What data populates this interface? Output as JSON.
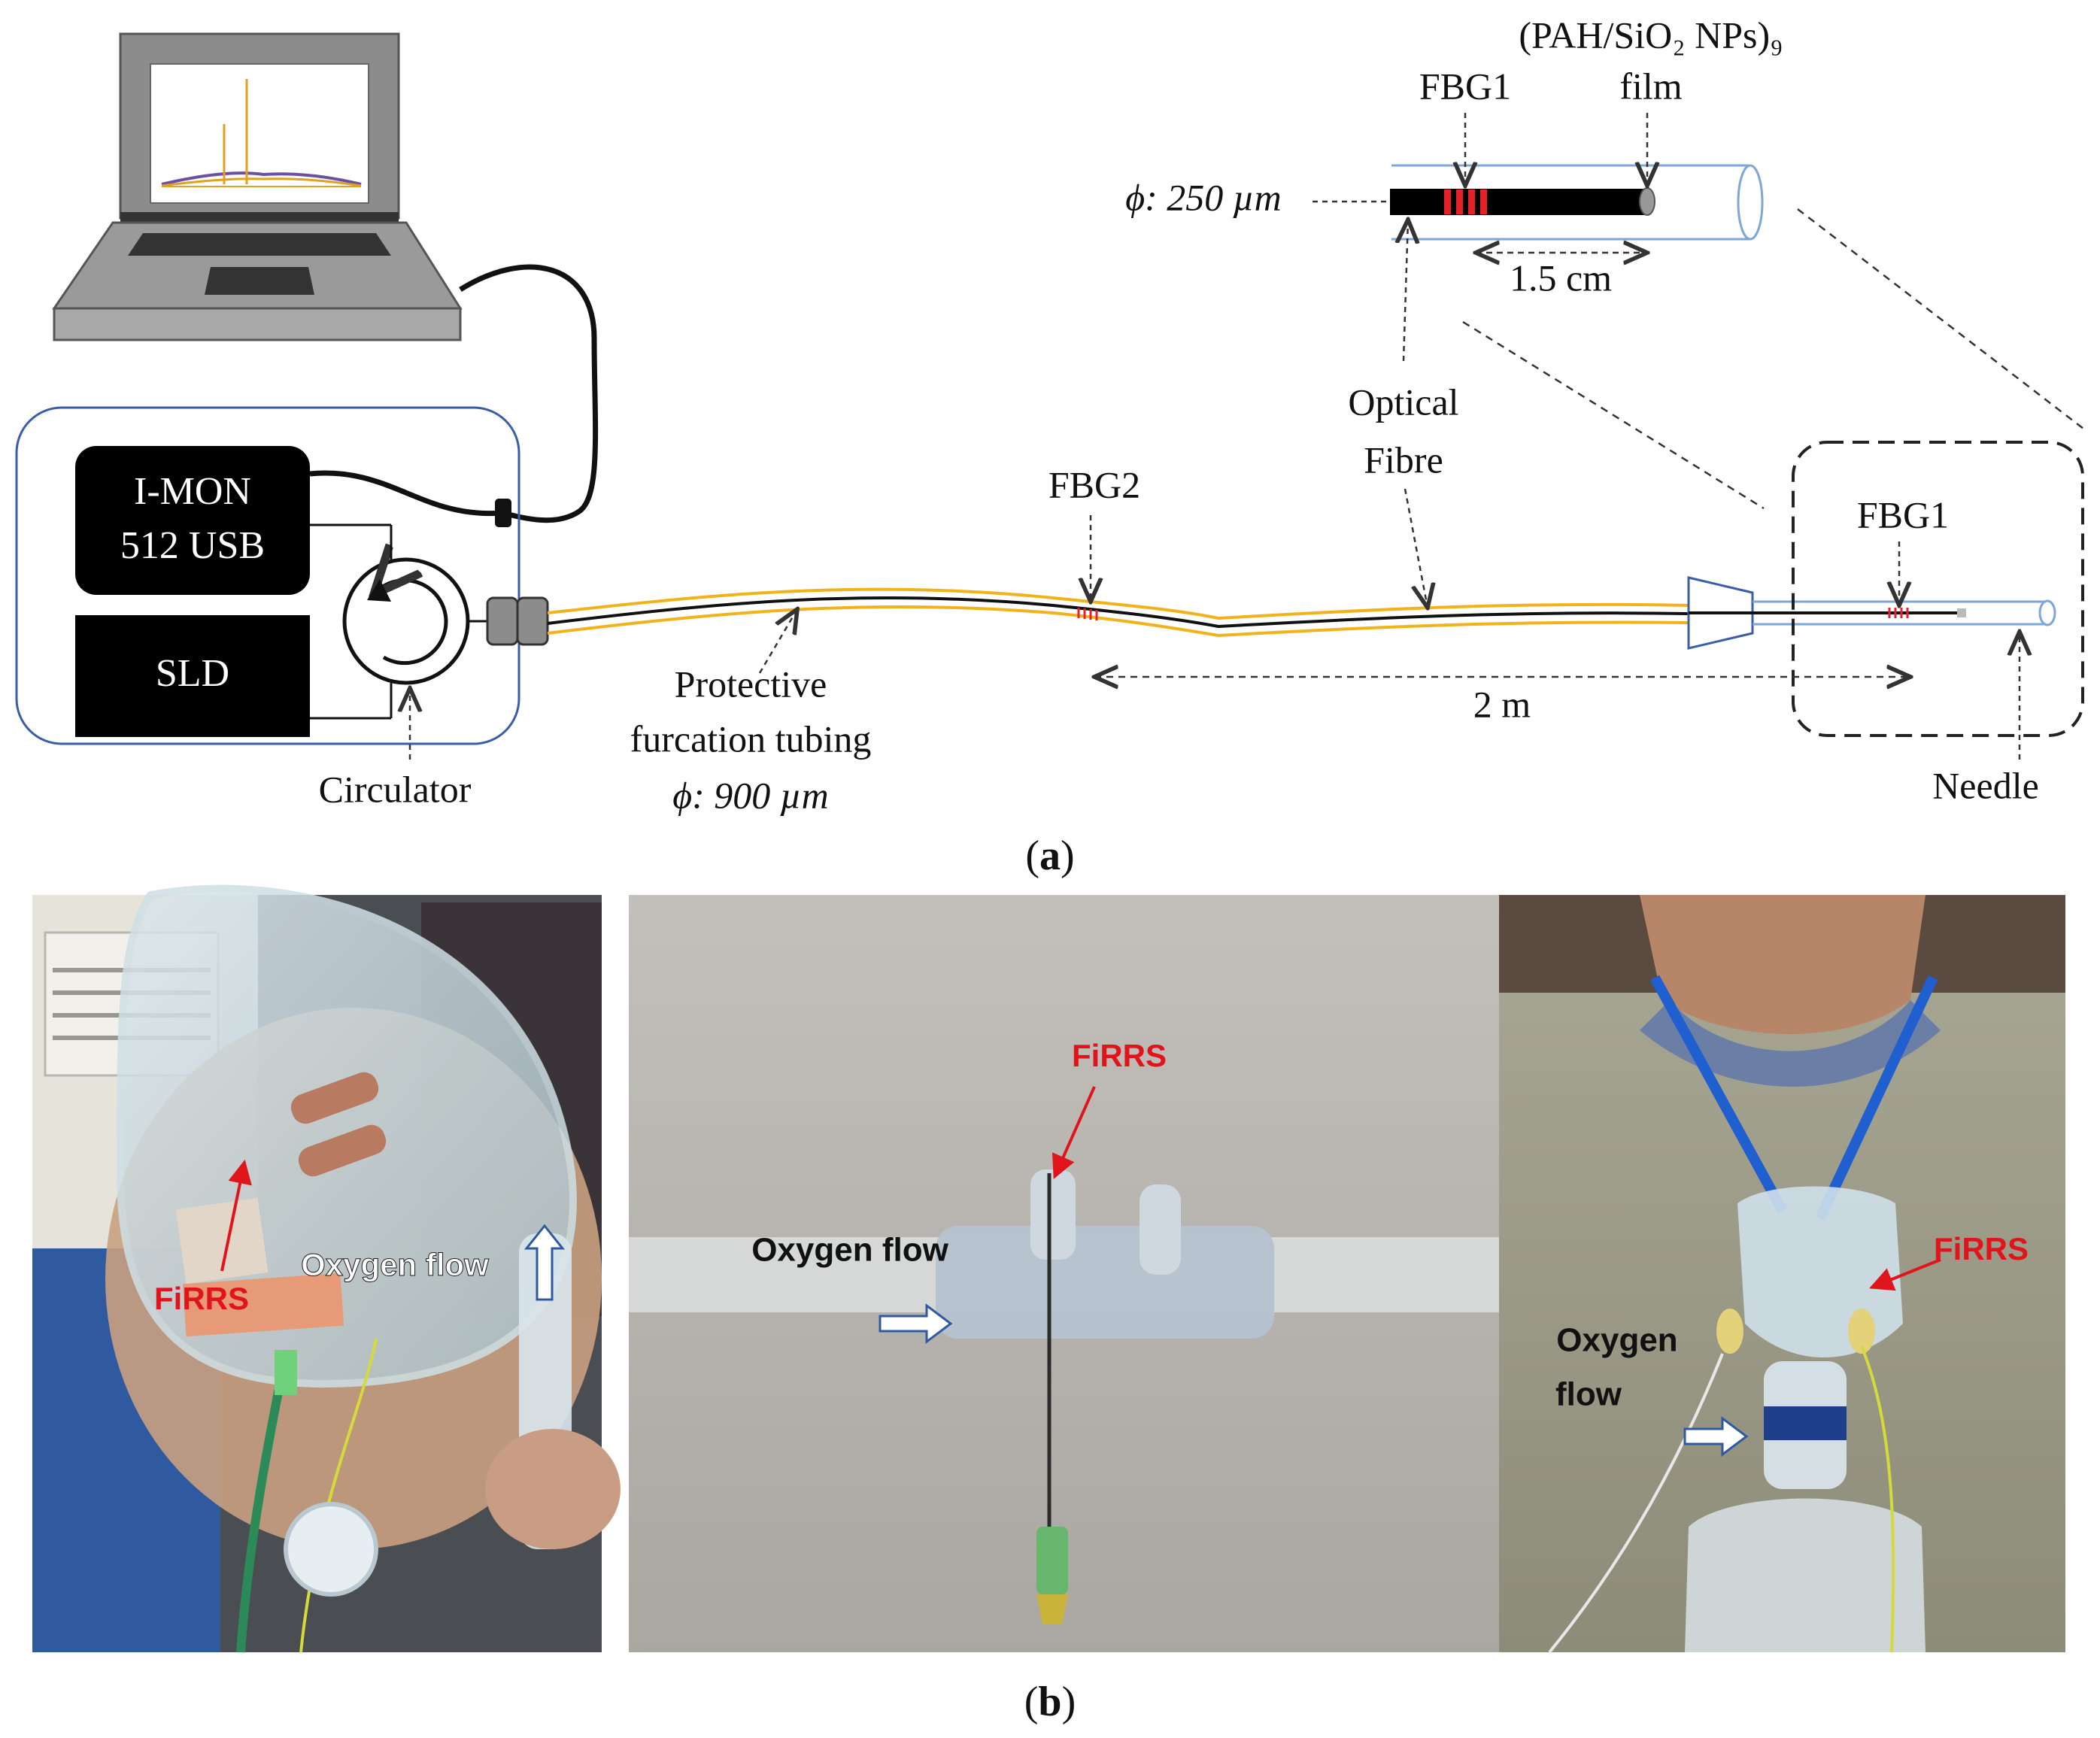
{
  "panel_a": {
    "caption_open": "(",
    "caption_letter": "a",
    "caption_close": ")",
    "imon_line1": "I-MON",
    "imon_line2": "512 USB",
    "sld_label": "SLD",
    "circulator_label": "Circulator",
    "tubing_line1": "Protective",
    "tubing_line2": "furcation tubing",
    "tubing_line3": "ϕ: 900 µm",
    "fbg2_label": "FBG2",
    "optical_fibre_line1": "Optical",
    "optical_fibre_line2": "Fibre",
    "fbg1_label": "FBG1",
    "distance_label": "2 m",
    "needle_label": "Needle",
    "inset_film_line1": "(PAH/SiO₂ NPs)₉",
    "inset_film_line2": "film",
    "inset_fbg1_label": "FBG1",
    "inset_diameter_label": "ϕ: 250 µm",
    "inset_length_label": "1.5 cm"
  },
  "panel_b": {
    "caption_open": "(",
    "caption_letter": "b",
    "caption_close": ")",
    "photo1": {
      "oxygen_flow": "Oxygen flow",
      "firrs": "FiRRS"
    },
    "photo2": {
      "oxygen_flow": "Oxygen flow",
      "firrs": "FiRRS"
    },
    "photo3": {
      "oxygen_flow_line1": "Oxygen",
      "oxygen_flow_line2": "flow",
      "firrs": "FiRRS"
    }
  },
  "colors": {
    "tubing": "#f2b21c",
    "fbg_marks": "#e8202a",
    "enclosure_border": "#3b5da8",
    "inset_tube": "#7ea6d6",
    "annotation_red": "#e0151b"
  }
}
